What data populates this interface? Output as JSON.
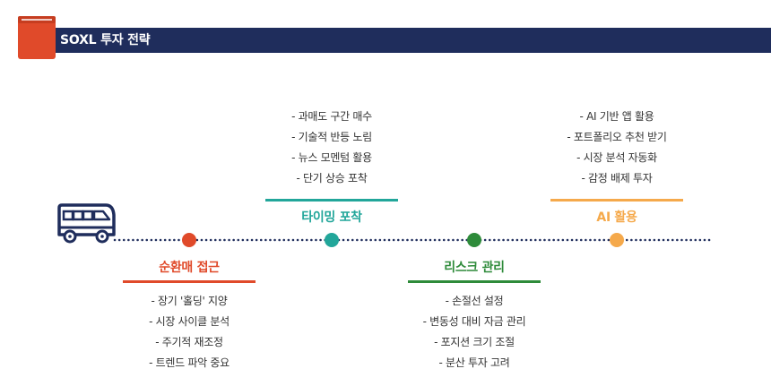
{
  "header": {
    "title": "SOXL 투자 전략"
  },
  "colors": {
    "header_bg": "#1f2d5c",
    "book_red": "#e04a2a",
    "bus_navy": "#1f2d5c",
    "stage1": "#e04a2a",
    "stage2": "#22a69a",
    "stage3": "#2e8b3a",
    "stage4": "#f5a94b"
  },
  "stages": [
    {
      "title": "순환매 접근",
      "items": [
        "- 장기 '홀딩' 지양",
        "- 시장 사이클 분석",
        "- 주기적 재조정",
        "- 트렌드 파악 중요"
      ]
    },
    {
      "title": "타이밍 포착",
      "items": [
        "- 과매도 구간 매수",
        "- 기술적 반등 노림",
        "- 뉴스 모멘텀 활용",
        "- 단기 상승 포착"
      ]
    },
    {
      "title": "리스크 관리",
      "items": [
        "- 손절선 설정",
        "- 변동성 대비 자금 관리",
        "- 포지션 크기 조절",
        "- 분산 투자 고려"
      ]
    },
    {
      "title": "AI 활용",
      "items": [
        "- AI 기반 앱 활용",
        "- 포트폴리오 추천 받기",
        "- 시장 분석 자동화",
        "- 감정 배제 투자"
      ]
    }
  ]
}
